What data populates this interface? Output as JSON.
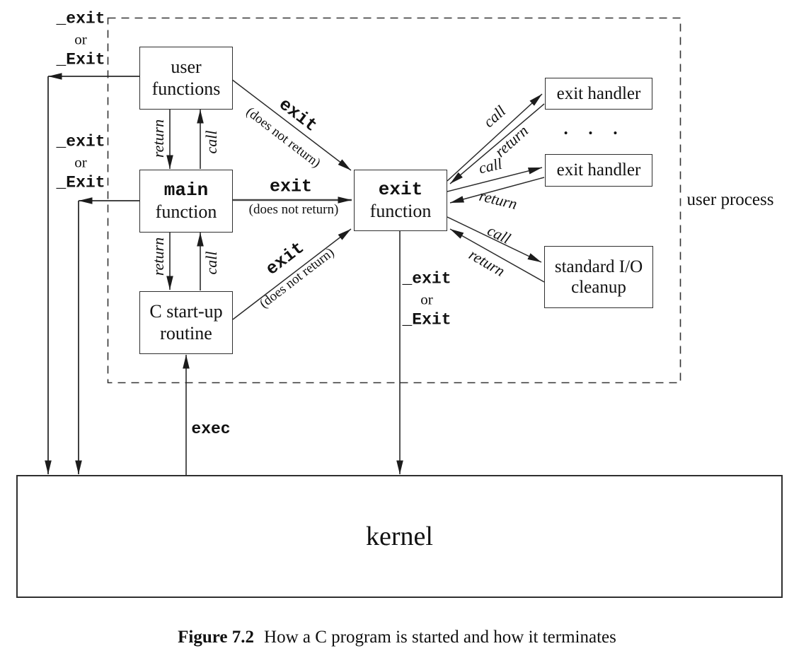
{
  "colors": {
    "ink": "#1a1a1a",
    "line": "#2a2a2a"
  },
  "boxes": {
    "user_functions": {
      "line1": "user",
      "line2": "functions"
    },
    "main_function": {
      "mono": "main",
      "serif": "function"
    },
    "c_startup": {
      "line1": "C start-up",
      "line2": "routine"
    },
    "exit_function": {
      "mono": "exit",
      "serif": "function"
    },
    "exit_handler_top": "exit handler",
    "exit_handler_bottom": "exit handler",
    "stdio_cleanup": {
      "line1": "standard I/O",
      "line2": "cleanup"
    },
    "kernel": "kernel"
  },
  "labels": {
    "user_process": "user process",
    "exec": "exec",
    "exit_mono": "exit",
    "does_not_return": "(does not return)",
    "call": "call",
    "return": "return",
    "underscore_exit": "_exit",
    "or": "or",
    "underscore_Exit": "_Exit",
    "ellipsis": "•••"
  },
  "caption": {
    "label": "Figure 7.2",
    "text": "How a C program is started and how it terminates"
  }
}
